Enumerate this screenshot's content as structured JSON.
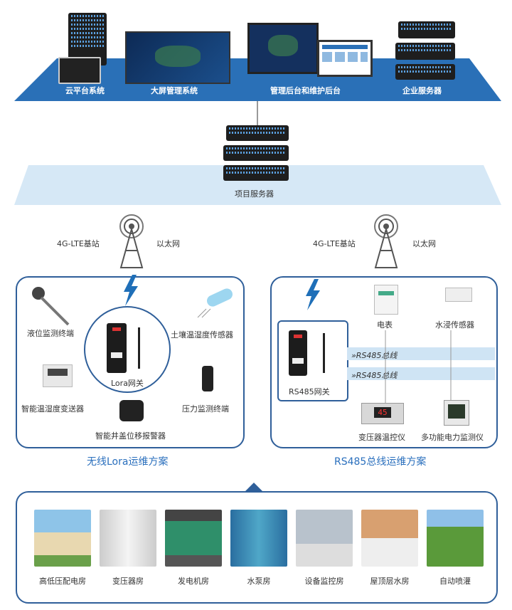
{
  "top_systems": [
    "云平台系统",
    "大屏管理系统",
    "管理后台和维护后台",
    "企业服务器"
  ],
  "project_server": "项目服务器",
  "left_station": {
    "base": "4G-LTE基站",
    "ethernet": "以太网"
  },
  "right_station": {
    "base": "4G-LTE基站",
    "ethernet": "以太网"
  },
  "lora": {
    "gateway": "Lora网关",
    "devices": [
      "液位监测终端",
      "土壤温湿度传感器",
      "智能温湿度变送器",
      "压力监测终端",
      "智能井盖位移报警器"
    ],
    "title": "无线Lora运维方案"
  },
  "rs485": {
    "gateway": "RS485网关",
    "bus_labels": [
      "»RS485总线",
      "»RS485总线"
    ],
    "devices": [
      "电表",
      "水浸传感器",
      "变压器温控仪",
      "多功能电力监测仪"
    ],
    "display_value": "45",
    "title": "RS485总线运维方案"
  },
  "scenes": [
    "高低压配电房",
    "变压器房",
    "发电机房",
    "水泵房",
    "设备监控房",
    "屋顶层水房",
    "自动喷灌"
  ],
  "colors": {
    "primary": "#1f6fb8",
    "panel_border": "#2f5f9a",
    "title": "#2a6fbd"
  }
}
